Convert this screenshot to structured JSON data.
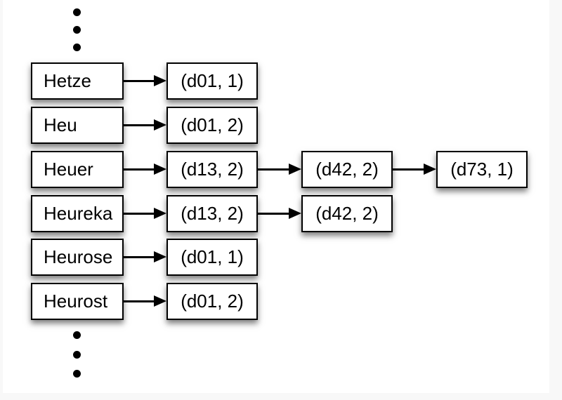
{
  "colors": {
    "page_background": "#f8f8f8",
    "canvas_background": "#ffffff",
    "box_fill": "#ffffff",
    "box_border": "#000000",
    "text": "#000000",
    "arrow": "#000000",
    "shadow": "rgba(0,0,0,0.5)"
  },
  "diagram": {
    "ellipsis_top": "vertical-ellipsis",
    "ellipsis_bottom": "vertical-ellipsis",
    "rows": [
      {
        "term": "Hetze",
        "postings": [
          "(d01, 1)"
        ]
      },
      {
        "term": "Heu",
        "postings": [
          "(d01, 2)"
        ]
      },
      {
        "term": "Heuer",
        "postings": [
          "(d13, 2)",
          "(d42, 2)",
          "(d73, 1)"
        ]
      },
      {
        "term": "Heureka",
        "postings": [
          "(d13, 2)",
          "(d42, 2)"
        ]
      },
      {
        "term": "Heurose",
        "postings": [
          "(d01, 1)"
        ]
      },
      {
        "term": "Heurost",
        "postings": [
          "(d01, 2)"
        ]
      }
    ]
  }
}
